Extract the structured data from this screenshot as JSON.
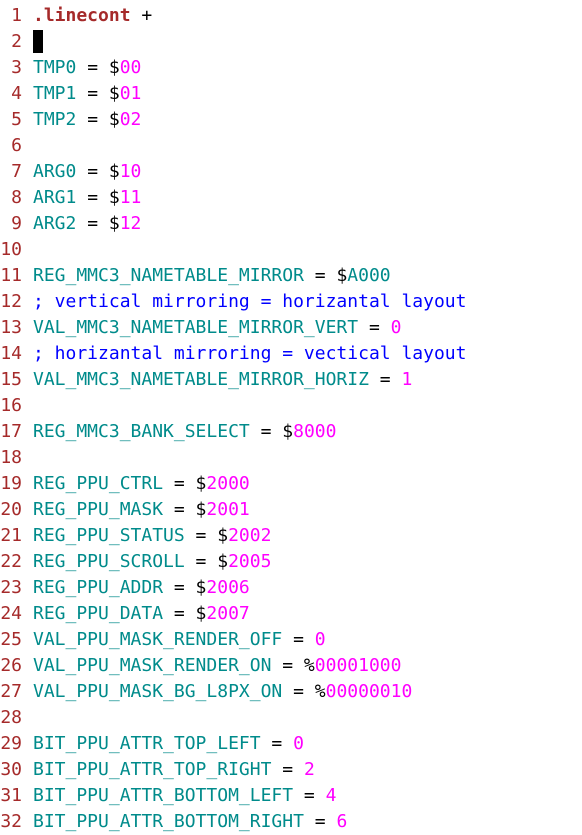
{
  "editor": {
    "lines": [
      {
        "n": "1",
        "tokens": [
          {
            "t": ".linecont",
            "c": "directive"
          },
          {
            "t": " +",
            "c": "plain"
          }
        ]
      },
      {
        "n": "2",
        "tokens": [],
        "cursor": true
      },
      {
        "n": "3",
        "tokens": [
          {
            "t": "TMP0",
            "c": "ident"
          },
          {
            "t": " = $",
            "c": "op"
          },
          {
            "t": "00",
            "c": "num"
          }
        ]
      },
      {
        "n": "4",
        "tokens": [
          {
            "t": "TMP1",
            "c": "ident"
          },
          {
            "t": " = $",
            "c": "op"
          },
          {
            "t": "01",
            "c": "num"
          }
        ]
      },
      {
        "n": "5",
        "tokens": [
          {
            "t": "TMP2",
            "c": "ident"
          },
          {
            "t": " = $",
            "c": "op"
          },
          {
            "t": "02",
            "c": "num"
          }
        ]
      },
      {
        "n": "6",
        "tokens": []
      },
      {
        "n": "7",
        "tokens": [
          {
            "t": "ARG0",
            "c": "ident"
          },
          {
            "t": " = $",
            "c": "op"
          },
          {
            "t": "10",
            "c": "num"
          }
        ]
      },
      {
        "n": "8",
        "tokens": [
          {
            "t": "ARG1",
            "c": "ident"
          },
          {
            "t": " = $",
            "c": "op"
          },
          {
            "t": "11",
            "c": "num"
          }
        ]
      },
      {
        "n": "9",
        "tokens": [
          {
            "t": "ARG2",
            "c": "ident"
          },
          {
            "t": " = $",
            "c": "op"
          },
          {
            "t": "12",
            "c": "num"
          }
        ]
      },
      {
        "n": "10",
        "tokens": []
      },
      {
        "n": "11",
        "tokens": [
          {
            "t": "REG_MMC3_NAMETABLE_MIRROR",
            "c": "ident"
          },
          {
            "t": " = $",
            "c": "op"
          },
          {
            "t": "A000",
            "c": "ident"
          }
        ]
      },
      {
        "n": "12",
        "tokens": [
          {
            "t": "; vertical mirroring = horizantal layout",
            "c": "comment"
          }
        ]
      },
      {
        "n": "13",
        "tokens": [
          {
            "t": "VAL_MMC3_NAMETABLE_MIRROR_VERT",
            "c": "ident"
          },
          {
            "t": " = ",
            "c": "op"
          },
          {
            "t": "0",
            "c": "num"
          }
        ]
      },
      {
        "n": "14",
        "tokens": [
          {
            "t": "; horizantal mirroring = vectical layout",
            "c": "comment"
          }
        ]
      },
      {
        "n": "15",
        "tokens": [
          {
            "t": "VAL_MMC3_NAMETABLE_MIRROR_HORIZ",
            "c": "ident"
          },
          {
            "t": " = ",
            "c": "op"
          },
          {
            "t": "1",
            "c": "num"
          }
        ]
      },
      {
        "n": "16",
        "tokens": []
      },
      {
        "n": "17",
        "tokens": [
          {
            "t": "REG_MMC3_BANK_SELECT",
            "c": "ident"
          },
          {
            "t": " = $",
            "c": "op"
          },
          {
            "t": "8000",
            "c": "num"
          }
        ]
      },
      {
        "n": "18",
        "tokens": []
      },
      {
        "n": "19",
        "tokens": [
          {
            "t": "REG_PPU_CTRL",
            "c": "ident"
          },
          {
            "t": " = $",
            "c": "op"
          },
          {
            "t": "2000",
            "c": "num"
          }
        ]
      },
      {
        "n": "20",
        "tokens": [
          {
            "t": "REG_PPU_MASK",
            "c": "ident"
          },
          {
            "t": " = $",
            "c": "op"
          },
          {
            "t": "2001",
            "c": "num"
          }
        ]
      },
      {
        "n": "21",
        "tokens": [
          {
            "t": "REG_PPU_STATUS",
            "c": "ident"
          },
          {
            "t": " = $",
            "c": "op"
          },
          {
            "t": "2002",
            "c": "num"
          }
        ]
      },
      {
        "n": "22",
        "tokens": [
          {
            "t": "REG_PPU_SCROLL",
            "c": "ident"
          },
          {
            "t": " = $",
            "c": "op"
          },
          {
            "t": "2005",
            "c": "num"
          }
        ]
      },
      {
        "n": "23",
        "tokens": [
          {
            "t": "REG_PPU_ADDR",
            "c": "ident"
          },
          {
            "t": " = $",
            "c": "op"
          },
          {
            "t": "2006",
            "c": "num"
          }
        ]
      },
      {
        "n": "24",
        "tokens": [
          {
            "t": "REG_PPU_DATA",
            "c": "ident"
          },
          {
            "t": " = $",
            "c": "op"
          },
          {
            "t": "2007",
            "c": "num"
          }
        ]
      },
      {
        "n": "25",
        "tokens": [
          {
            "t": "VAL_PPU_MASK_RENDER_OFF",
            "c": "ident"
          },
          {
            "t": " = ",
            "c": "op"
          },
          {
            "t": "0",
            "c": "num"
          }
        ]
      },
      {
        "n": "26",
        "tokens": [
          {
            "t": "VAL_PPU_MASK_RENDER_ON",
            "c": "ident"
          },
          {
            "t": " = %",
            "c": "op"
          },
          {
            "t": "00001000",
            "c": "num"
          }
        ]
      },
      {
        "n": "27",
        "tokens": [
          {
            "t": "VAL_PPU_MASK_BG_L8PX_ON",
            "c": "ident"
          },
          {
            "t": " = %",
            "c": "op"
          },
          {
            "t": "00000010",
            "c": "num"
          }
        ]
      },
      {
        "n": "28",
        "tokens": []
      },
      {
        "n": "29",
        "tokens": [
          {
            "t": "BIT_PPU_ATTR_TOP_LEFT",
            "c": "ident"
          },
          {
            "t": " = ",
            "c": "op"
          },
          {
            "t": "0",
            "c": "num"
          }
        ]
      },
      {
        "n": "30",
        "tokens": [
          {
            "t": "BIT_PPU_ATTR_TOP_RIGHT",
            "c": "ident"
          },
          {
            "t": " = ",
            "c": "op"
          },
          {
            "t": "2",
            "c": "num"
          }
        ]
      },
      {
        "n": "31",
        "tokens": [
          {
            "t": "BIT_PPU_ATTR_BOTTOM_LEFT",
            "c": "ident"
          },
          {
            "t": " = ",
            "c": "op"
          },
          {
            "t": "4",
            "c": "num"
          }
        ]
      },
      {
        "n": "32",
        "tokens": [
          {
            "t": "BIT_PPU_ATTR_BOTTOM_RIGHT",
            "c": "ident"
          },
          {
            "t": " = ",
            "c": "op"
          },
          {
            "t": "6",
            "c": "num"
          }
        ]
      }
    ]
  }
}
